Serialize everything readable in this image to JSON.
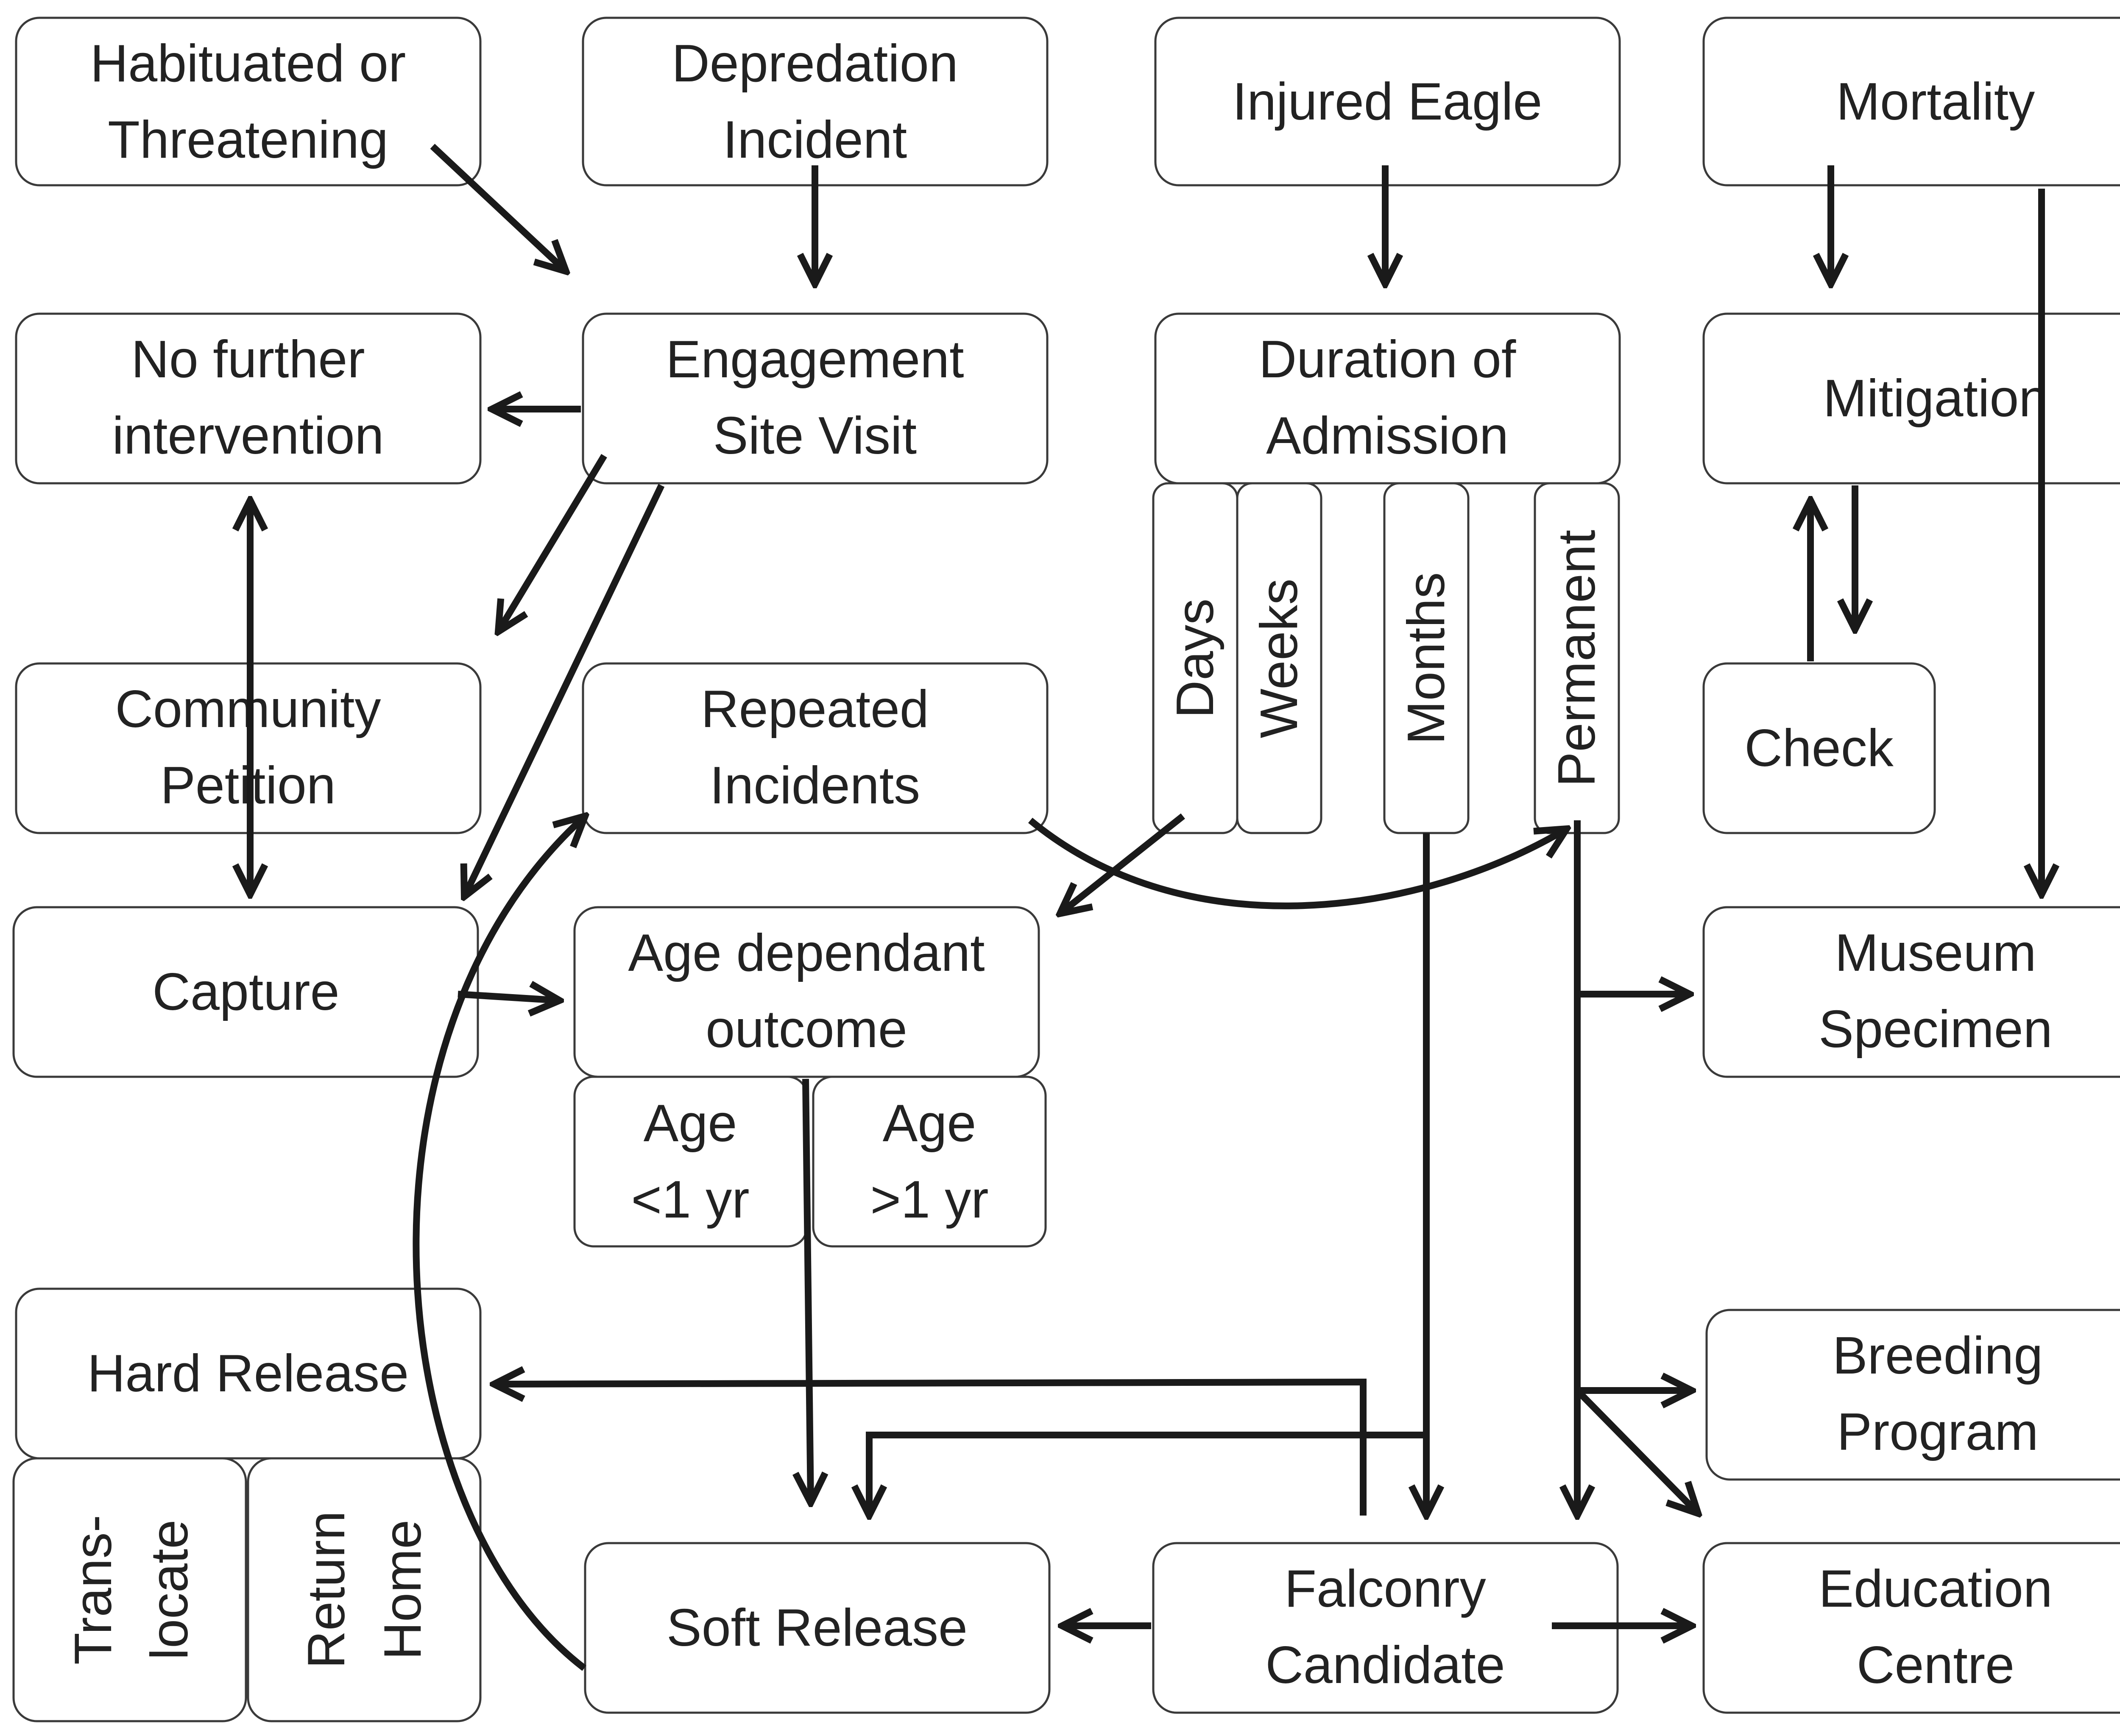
{
  "nodes": {
    "habituated": [
      "Habituated or",
      "Threatening"
    ],
    "depredation": [
      "Depredation",
      "Incident"
    ],
    "injured": [
      "Injured Eagle"
    ],
    "mortality": [
      "Mortality"
    ],
    "no_further": [
      "No further",
      "intervention"
    ],
    "engagement": [
      "Engagement",
      "Site Visit"
    ],
    "duration": [
      "Duration of",
      "Admission"
    ],
    "mitigation": [
      "Mitigation"
    ],
    "days": [
      "Days"
    ],
    "weeks": [
      "Weeks"
    ],
    "months": [
      "Months"
    ],
    "permanent": [
      "Permanent"
    ],
    "community": [
      "Community",
      "Petition"
    ],
    "repeated": [
      "Repeated",
      "Incidents"
    ],
    "check": [
      "Check"
    ],
    "capture": [
      "Capture"
    ],
    "age_dependant": [
      "Age dependant",
      "outcome"
    ],
    "museum": [
      "Museum",
      "Specimen"
    ],
    "age_lt1": [
      "Age",
      "<1 yr"
    ],
    "age_gt1": [
      "Age",
      ">1 yr"
    ],
    "hard_release": [
      "Hard Release"
    ],
    "breeding": [
      "Breeding",
      "Program"
    ],
    "translocate": [
      "Trans-",
      "locate"
    ],
    "return_home": [
      "Return",
      "Home"
    ],
    "soft_release": [
      "Soft Release"
    ],
    "falconry": [
      "Falconry",
      "Candidate"
    ],
    "education": [
      "Education",
      "Centre"
    ]
  }
}
